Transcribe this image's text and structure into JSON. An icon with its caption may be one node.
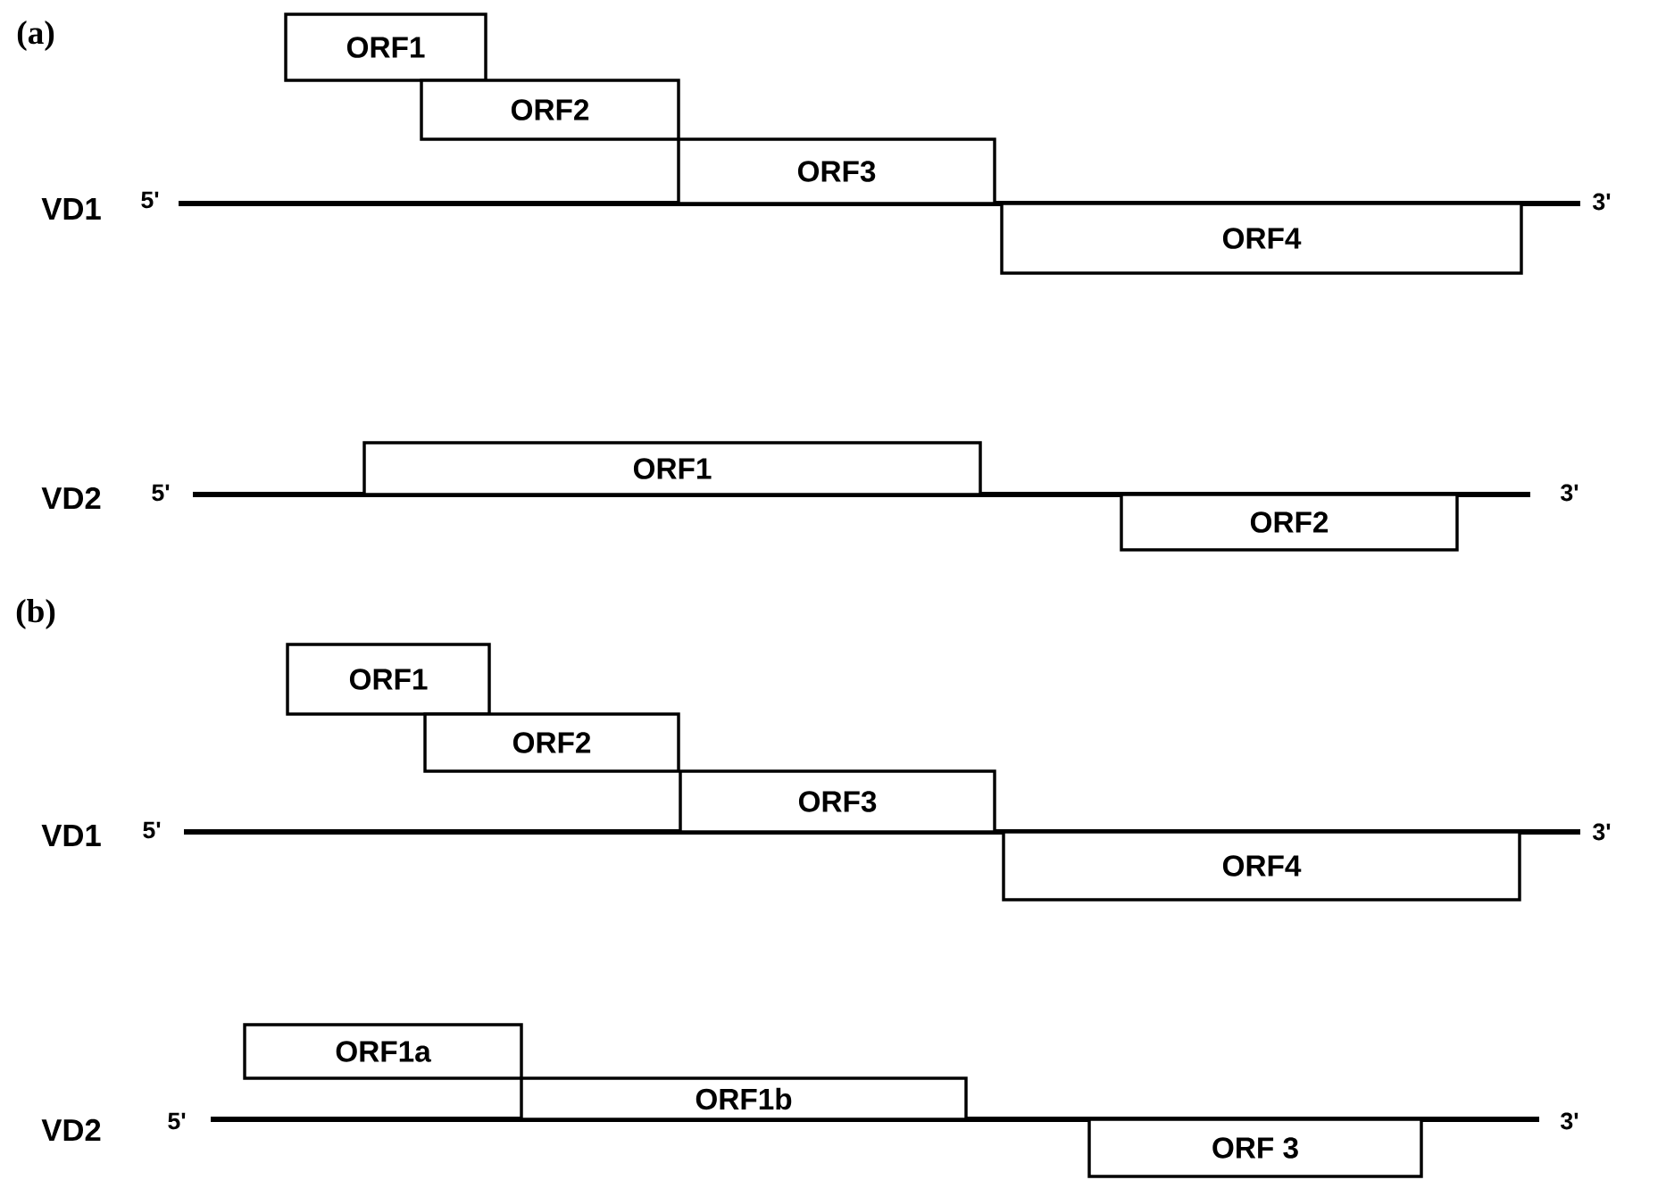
{
  "diagram": {
    "nodes": [
      {
        "text": [
          "ORF1"
        ]
      },
      {
        "text": [
          "ORF2"
        ]
      },
      {
        "text": [
          "ORF3"
        ]
      },
      {
        "text": [
          "ORF4"
        ]
      },
      {
        "text": [
          "ORF1"
        ]
      },
      {
        "text": [
          "ORF2"
        ]
      },
      {
        "text": [
          "ORF1"
        ]
      },
      {
        "text": [
          "ORF2"
        ]
      },
      {
        "text": [
          "ORF3"
        ]
      },
      {
        "text": [
          "ORF4"
        ]
      },
      {
        "text": [
          "ORF1a"
        ]
      },
      {
        "text": [
          "ORF1b"
        ]
      },
      {
        "text": [
          "ORF 3"
        ]
      }
    ],
    "labels": [
      "(a)",
      "VD1",
      "5'",
      "3'",
      "VD2",
      "5'",
      "3'",
      "(b)",
      "VD1",
      "5'",
      "3'",
      "VD2",
      "5'",
      "3'"
    ]
  }
}
